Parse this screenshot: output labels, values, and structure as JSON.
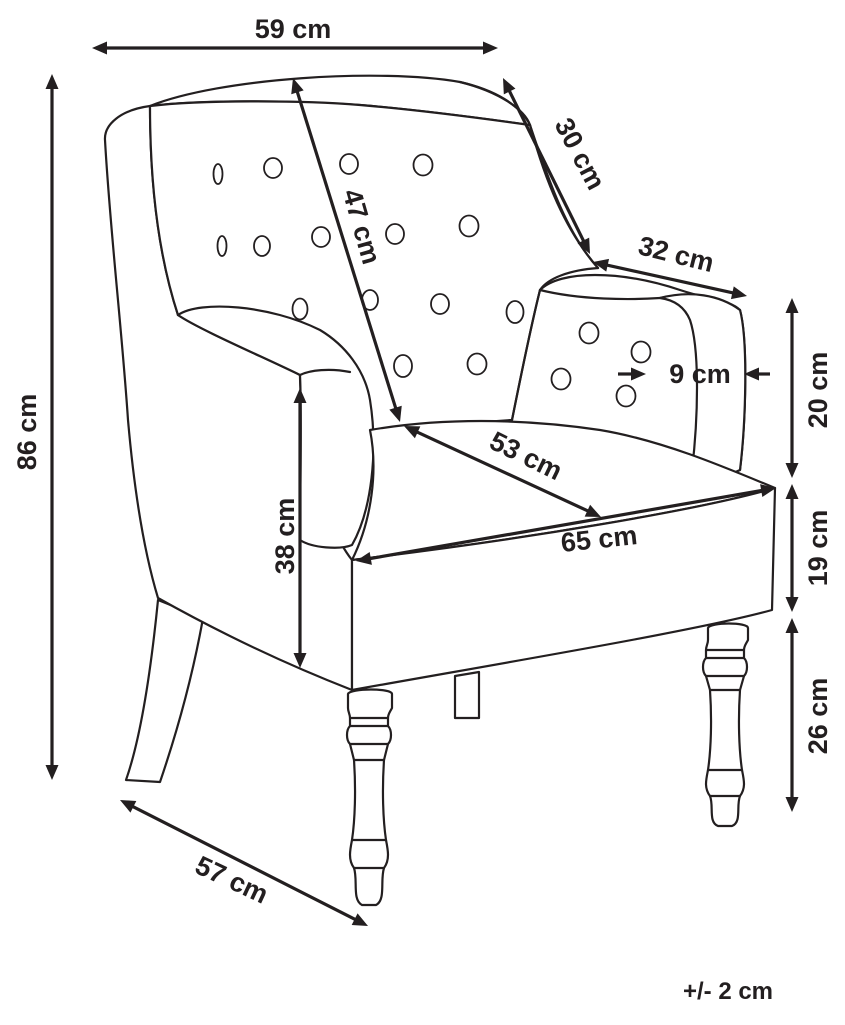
{
  "diagram": {
    "dimensions": {
      "width_top": "59 cm",
      "height_total": "86 cm",
      "backrest_depth": "30 cm",
      "backrest_height": "47 cm",
      "armrest_length": "32 cm",
      "armrest_width": "9 cm",
      "armrest_height": "20 cm",
      "seat_depth": "53 cm",
      "seat_width": "65 cm",
      "arm_side_height": "38 cm",
      "seat_cushion_height": "19 cm",
      "leg_height": "26 cm",
      "depth_bottom": "57 cm"
    },
    "tolerance": "+/- 2 cm"
  }
}
